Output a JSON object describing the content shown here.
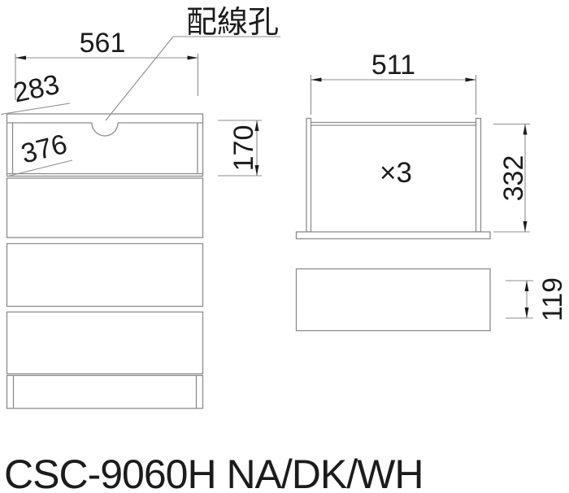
{
  "colors": {
    "background": "#ffffff",
    "line": "#8c8c8c",
    "text": "#1c1c1c"
  },
  "model_label": "CSC-9060H NA/DK/WH",
  "front_view": {
    "wiring_hole_label": "配線孔",
    "overall_width": "561",
    "top_depth": "283",
    "inner_width": "376",
    "open_section_height": "170"
  },
  "drawer": {
    "quantity": "×3",
    "inner_width": "511",
    "inner_depth": "332",
    "inner_height": "119"
  }
}
